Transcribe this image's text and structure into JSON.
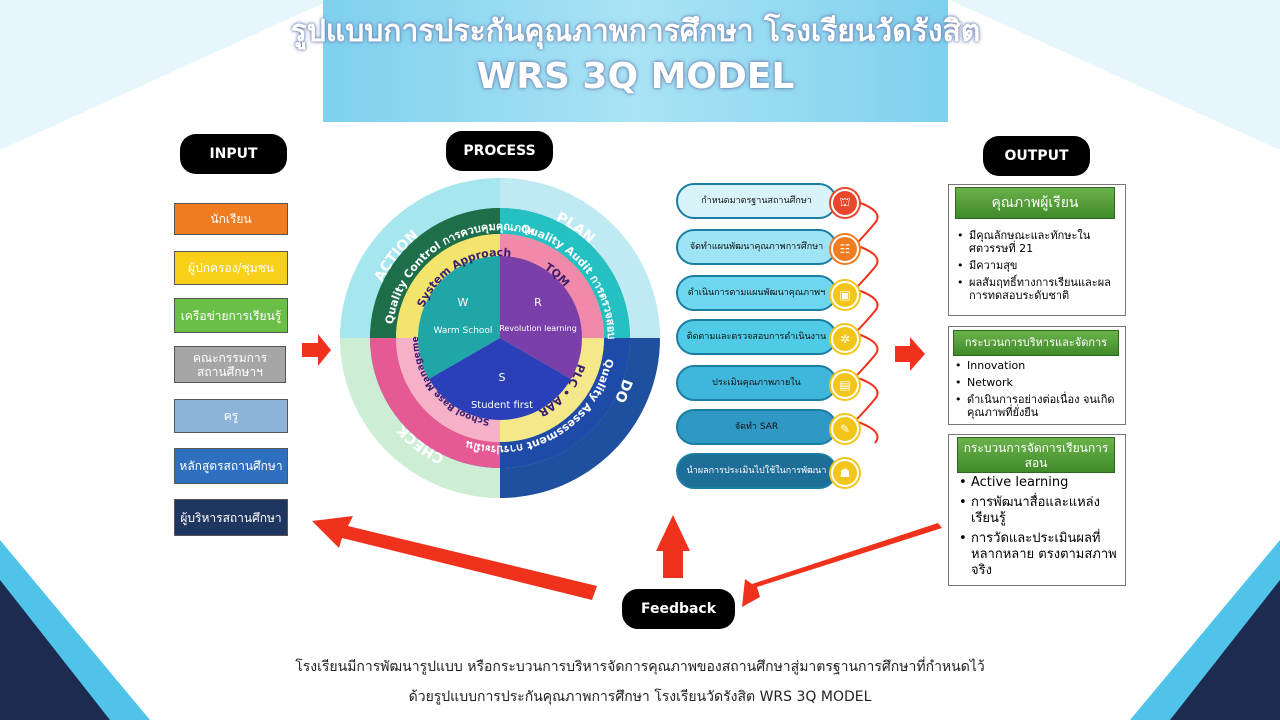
{
  "title": {
    "line1": "รูปแบบการประกันคุณภาพการศึกษา โรงเรียนวัดรังสิต",
    "line2": "WRS 3Q MODEL"
  },
  "headers": {
    "input": "INPUT",
    "process": "PROCESS",
    "output": "OUTPUT",
    "feedback": "Feedback"
  },
  "inputs": [
    {
      "label": "นักเรียน",
      "bg": "#f07c22",
      "color": "#ffffff"
    },
    {
      "label": "ผู้ปกครอง/ชุมชน",
      "bg": "#f8d019",
      "color": "#ffffff"
    },
    {
      "label": "เครือข่ายการเรียนรู้",
      "bg": "#6abf47",
      "color": "#ffffff"
    },
    {
      "label": "คณะกรรมการสถานศึกษาฯ",
      "bg": "#a6a6a6",
      "color": "#ffffff"
    },
    {
      "label": "ครู",
      "bg": "#8db4d8",
      "color": "#ffffff"
    },
    {
      "label": "หลักสูตรสถานศึกษา",
      "bg": "#2e6fbf",
      "color": "#ffffff"
    },
    {
      "label": "ผู้บริหารสถานศึกษา",
      "bg": "#1f3660",
      "color": "#ffffff"
    }
  ],
  "wheel": {
    "outer": {
      "plan": "PLAN",
      "do": "DO",
      "check": "CHECK",
      "action": "ACTION"
    },
    "middle": {
      "quality_audit": "Quality Audit การตรวจสอบ",
      "quality_assessment": "Quality Assessment การประเมิน",
      "quality_control": "Quality Control การควบคุมคุณภาพ"
    },
    "inner": {
      "tqm": "TQM",
      "plc_aar": "PLC • AAR",
      "sbm": "School Base Management",
      "system_approach": "System Approach"
    },
    "core": {
      "w_letter": "W",
      "w_label": "Warm School",
      "r_letter": "R",
      "r_label": "Revolution learning",
      "s_letter": "S",
      "s_label": "Student first"
    }
  },
  "steps": [
    {
      "label": "กำหนดมาตรฐานสถานศึกษา",
      "bg": "#d9f3fb",
      "icon_color": "#e8472b",
      "icon": "⛫"
    },
    {
      "label": "จัดทำแผนพัฒนาคุณภาพการศึกษา",
      "bg": "#9fe4f5",
      "icon_color": "#f07c22",
      "icon": "☷"
    },
    {
      "label": "ดำเนินการตามแผนพัฒนาคุณภาพฯ",
      "bg": "#6ed6ee",
      "icon_color": "#f3c51a",
      "icon": "▣"
    },
    {
      "label": "ติดตามและตรวจสอบการดำเนินงาน",
      "bg": "#4fcbe8",
      "icon_color": "#f3c51a",
      "icon": "✲"
    },
    {
      "label": "ประเมินคุณภาพภายใน",
      "bg": "#3fb7dd",
      "icon_color": "#f3c51a",
      "icon": "▤"
    },
    {
      "label": "จัดทำ SAR",
      "bg": "#2f98c4",
      "icon_color": "#f3c51a",
      "icon": "✎"
    },
    {
      "label": "นำผลการประเมินไปใช้ในการพัฒนา",
      "bg": "#1d6e99",
      "icon_color": "#f3c51a",
      "icon": "☗"
    }
  ],
  "outputs": [
    {
      "head": "คุณภาพผู้เรียน",
      "items": [
        "มีคุณลักษณะและทักษะในศตวรรษที่ 21",
        "มีความสุข",
        "ผลสัมฤทธิ์ทางการเรียนและผลการทดสอบระดับชาติ"
      ]
    },
    {
      "head": "กระบวนการบริหารและจัดการ",
      "items": [
        "Innovation",
        "Network",
        "ดำเนินการอย่างต่อเนื่อง จนเกิดคุณภาพที่ยั่งยืน"
      ]
    },
    {
      "head": "กระบวนการจัดการเรียนการสอน",
      "items": [
        "Active learning",
        "การพัฒนาสื่อและแหล่งเรียนรู้",
        "การวัดและประเมินผลที่หลากหลาย ตรงตามสภาพจริง"
      ]
    }
  ],
  "caption": {
    "line1": "โรงเรียนมีการพัฒนารูปแบบ หรือกระบวนการบริหารจัดการคุณภาพของสถานศึกษาสู่มาตรฐานการศึกษาที่กำหนดไว้",
    "line2": "ด้วยรูปแบบการประกันคุณภาพการศึกษา โรงเรียนวัดรังสิต WRS 3Q MODEL"
  },
  "colors": {
    "arrow": "#f0311b",
    "title_band": "#8fd7f0",
    "navy": "#1c2b4f",
    "cyan": "#4fc3e8"
  }
}
